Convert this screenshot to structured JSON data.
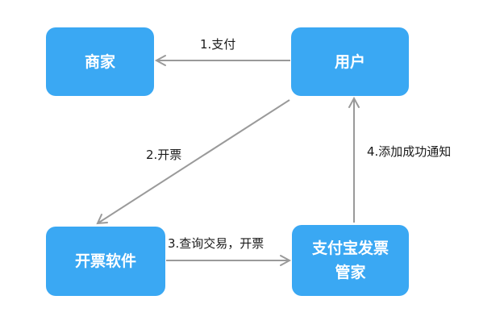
{
  "nodes": {
    "merchant": "商家",
    "user": "用户",
    "software": "开票软件",
    "alipay_line1": "支付宝发票",
    "alipay_line2": "管家"
  },
  "edges": {
    "pay": "1.支付",
    "invoice": "2.开票",
    "query": "3.查询交易，开票",
    "notify": "4.添加成功通知"
  },
  "colors": {
    "node_fill": "#3aa8f3",
    "node_text": "#ffffff",
    "edge": "#9a9a9a",
    "label_text": "#1a1a1a"
  }
}
